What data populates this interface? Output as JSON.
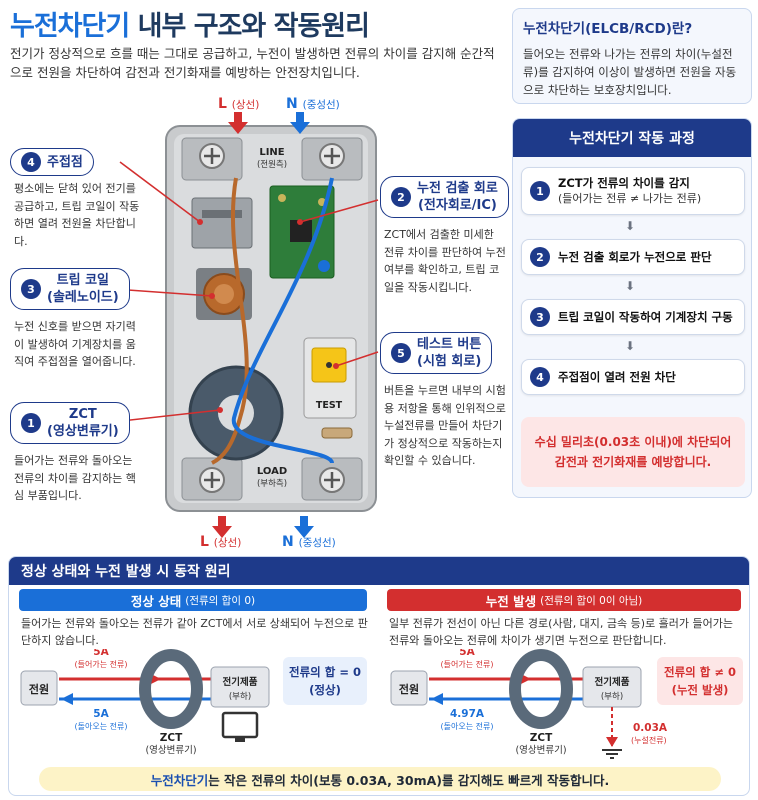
{
  "title_prefix": "누전차단기",
  "title_rest": "내부 구조와 작동원리",
  "intro": "전기가 정상적으로 흐를 때는 그대로 공급하고, 누전이 발생하면 전류의 차이를 감지해 순간적으로 전원을 차단하여 감전과 전기화재를 예방하는 안전장치입니다.",
  "definition": {
    "title": "누전차단기(ELCB/RCD)란?",
    "body": "들어오는 전류와 나가는 전류의 차이(누설전류)를 감지하여 이상이 발생하면 전원을 자동으로 차단하는 보호장치입니다."
  },
  "process": {
    "title": "누전차단기 작동 과정",
    "steps": [
      {
        "num": "1",
        "text": "ZCT가 전류의 차이를 감지",
        "sub": "(들어가는 전류 ≠ 나가는 전류)"
      },
      {
        "num": "2",
        "text": "누전 검출 회로가 누전으로 판단"
      },
      {
        "num": "3",
        "text": "트립 코일이 작동하여 기계장치 구동"
      },
      {
        "num": "4",
        "text": "주접점이 열려 전원 차단"
      }
    ],
    "arrow": "⬇",
    "warning_line1": "수십 밀리초(0.03초 이내)에 차단되어",
    "warning_line2": "감전과 전기화재를 예방합니다."
  },
  "parts": {
    "p4": {
      "num": "4",
      "name": "주접점",
      "desc": "평소에는 닫혀 있어 전기를 공급하고, 트립 코일이 작동하면 열려 전원을 차단합니다."
    },
    "p3": {
      "num": "3",
      "name": "트립 코일",
      "sub": "(솔레노이드)",
      "desc": "누전 신호를 받으면 자기력이 발생하여 기계장치를 움직여 주접점을 열어줍니다."
    },
    "p1": {
      "num": "1",
      "name": "ZCT",
      "sub": "(영상변류기)",
      "desc": "들어가는 전류와 돌아오는 전류의 차이를 감지하는 핵심 부품입니다."
    },
    "p2": {
      "num": "2",
      "name": "누전 검출 회로",
      "sub": "(전자회로/IC)",
      "desc": "ZCT에서 검출한 미세한 전류 차이를 판단하여 누전 여부를 확인하고, 트립 코일을 작동시킵니다."
    },
    "p5": {
      "num": "5",
      "name": "테스트 버튼",
      "sub": "(시험 회로)",
      "desc": "버튼을 누르면 내부의 시험용 저항을 통해 인위적으로 누설전류를 만들어 차단기가 정상적으로 작동하는지 확인할 수 있습니다."
    }
  },
  "device": {
    "line": "LINE",
    "line_sub": "(전원측)",
    "load": "LOAD",
    "load_sub": "(부하측)",
    "test": "TEST",
    "l_letter": "L",
    "l_sub": "(상선)",
    "n_letter": "N",
    "n_sub": "(중성선)"
  },
  "bottom": {
    "title": "정상 상태와 누전 발생 시 동작 원리",
    "normal": {
      "head": "정상 상태",
      "head_sub": "(전류의 합이 0)",
      "desc": "들어가는 전류와 돌아오는 전류가 같아 ZCT에서 서로 상쇄되어 누전으로 판단하지 않습니다.",
      "source": "전원",
      "in_value": "5A",
      "in_label": "(들어가는 전류)",
      "out_value": "5A",
      "out_label": "(돌아오는 전류)",
      "load": "전기제품",
      "load_sub": "(부하)",
      "zct": "ZCT",
      "zct_sub": "(영상변류기)",
      "sum": "전류의 합 = 0",
      "sum_sub": "(정상)"
    },
    "leak": {
      "head": "누전 발생",
      "head_sub": "(전류의 합이 0이 아님)",
      "desc": "일부 전류가 전선이 아닌 다른 경로(사람, 대지, 금속 등)로 흘러가 들어가는 전류와 돌아오는 전류에 차이가 생기면 누전으로 판단합니다.",
      "source": "전원",
      "in_value": "5A",
      "in_label": "(들어가는 전류)",
      "out_value": "4.97A",
      "out_label": "(돌아오는 전류)",
      "load": "전기제품",
      "load_sub": "(부하)",
      "zct": "ZCT",
      "zct_sub": "(영상변류기)",
      "leak_value": "0.03A",
      "leak_label": "(누설전류)",
      "sum": "전류의 합 ≠ 0",
      "sum_sub": "(누전 발생)"
    },
    "footer_prefix": "누전차단기",
    "footer_rest": "는 작은 전류의 차이(보통 0.03A, 30mA)를 감지해도 빠르게 작동합니다."
  },
  "colors": {
    "navy": "#1e3a8a",
    "blue": "#1a6fd8",
    "red": "#d32f2f",
    "copper": "#b8692c"
  }
}
